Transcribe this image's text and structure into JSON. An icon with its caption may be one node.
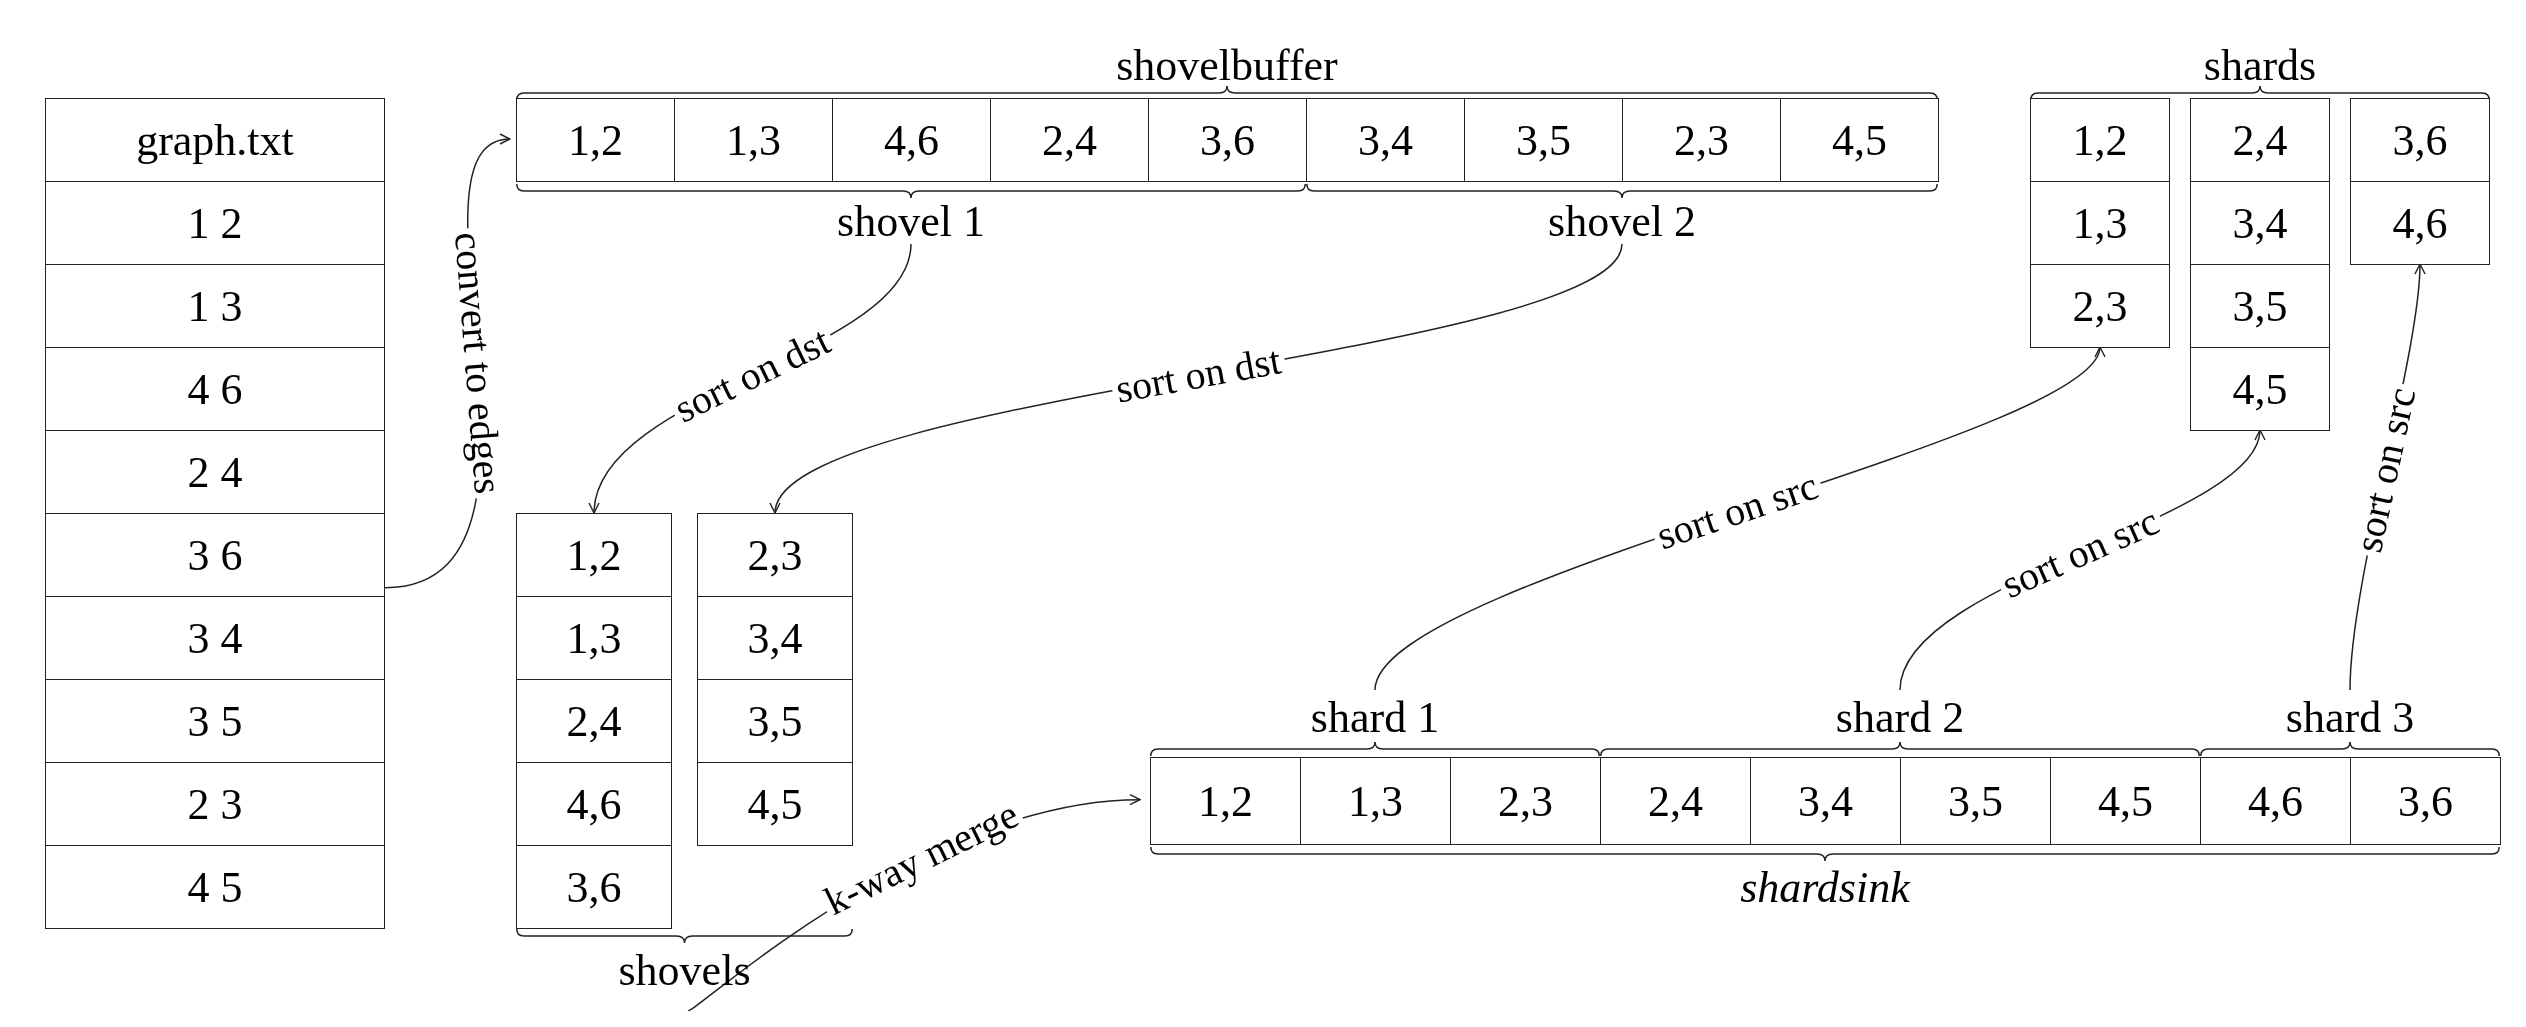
{
  "diagram": {
    "nodes": [
      {
        "text": [
          "graph.txt",
          "1 2",
          "1 3",
          "4 6",
          "2 4",
          "3 6",
          "3 4",
          "3 5",
          "2 3",
          "4 5"
        ]
      },
      {
        "text": [
          "shovelbuffer"
        ]
      },
      {
        "text": [
          "1,2",
          "1,3",
          "4,6",
          "2,4",
          "3,6"
        ],
        "beside": [
          "shovel 1"
        ],
        "in": 1
      },
      {
        "text": [
          "3,4",
          "3,5",
          "2,3",
          "4,5"
        ],
        "beside": [
          "shovel 2"
        ],
        "in": 1
      },
      {
        "text": [
          "shovels"
        ]
      },
      {
        "text": [
          "1,2",
          "1,3",
          "2,4",
          "4,6",
          "3,6"
        ],
        "in": 4
      },
      {
        "text": [
          "2,3",
          "3,4",
          "3,5",
          "4,5"
        ],
        "in": 4
      },
      {
        "text": [
          "shardsink"
        ]
      },
      {
        "text": [
          "1,2",
          "1,3",
          "2,3"
        ],
        "beside": [
          "shard 1"
        ],
        "in": 7
      },
      {
        "text": [
          "2,4",
          "3,4",
          "3,5",
          "4,5"
        ],
        "beside": [
          "shard 2"
        ],
        "in": 7
      },
      {
        "text": [
          "4,6",
          "3,6"
        ],
        "beside": [
          "shard 3"
        ],
        "in": 7
      },
      {
        "text": [
          "shards"
        ]
      },
      {
        "text": [
          "1,2",
          "1,3",
          "2,3"
        ],
        "in": 11
      },
      {
        "text": [
          "2,4",
          "3,4",
          "3,5",
          "4,5"
        ],
        "in": 11
      },
      {
        "text": [
          "3,6",
          "4,6"
        ],
        "in": 11
      }
    ],
    "edges": [
      {
        "from": 0,
        "to": 1,
        "arrow": "to",
        "label": "convert to edges"
      },
      {
        "from": 2,
        "to": 5,
        "arrow": "to",
        "label": "sort on dst"
      },
      {
        "from": 3,
        "to": 6,
        "arrow": "to",
        "label": "sort on dst"
      },
      {
        "from": 4,
        "to": 7,
        "arrow": "to",
        "label": "k-way merge"
      },
      {
        "from": 8,
        "to": 12,
        "arrow": "to",
        "label": "sort on src"
      },
      {
        "from": 9,
        "to": 13,
        "arrow": "to",
        "label": "sort on src"
      },
      {
        "from": 10,
        "to": 14,
        "arrow": "to",
        "label": "sort on src"
      }
    ]
  }
}
